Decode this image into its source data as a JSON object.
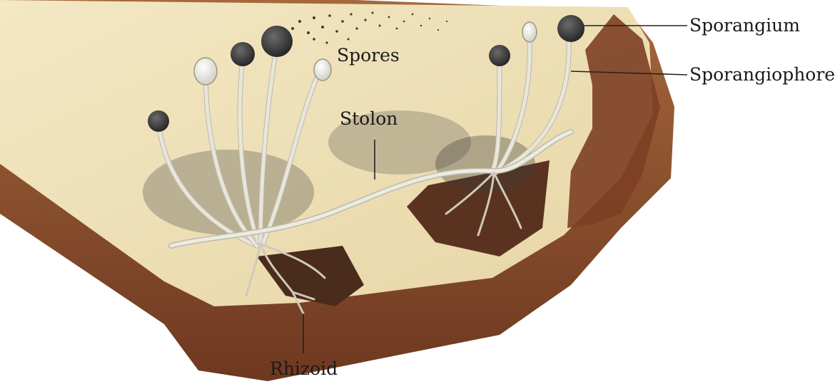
{
  "diagram": {
    "labels": {
      "sporangium": "Sporangium",
      "sporangiophore": "Sporangiophore",
      "spores": "Spores",
      "stolon": "Stolon",
      "rhizoid": "Rhizoid"
    }
  },
  "colors": {
    "bread_crumb": "#efe3bd",
    "bread_crust": "#8a4a2a",
    "fungus_dark": "#2f2f2f",
    "hypha": "#e8e5da",
    "leader_line": "#222222"
  }
}
